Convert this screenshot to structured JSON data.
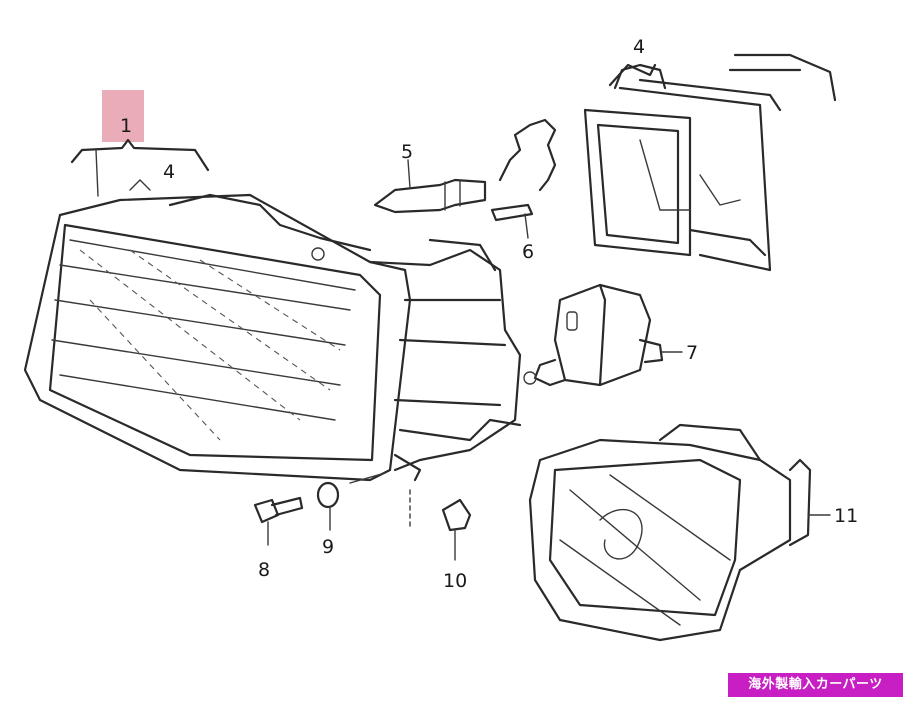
{
  "callouts": {
    "c1": "1",
    "c4a": "4",
    "c4b": "4",
    "c5": "5",
    "c6": "6",
    "c7": "7",
    "c8": "8",
    "c9": "9",
    "c10": "10",
    "c11": "11"
  },
  "highlight_color": "#e9a3b1",
  "watermark": {
    "text": "海外製輸入カーパーツ",
    "background": "#c81fc4"
  }
}
